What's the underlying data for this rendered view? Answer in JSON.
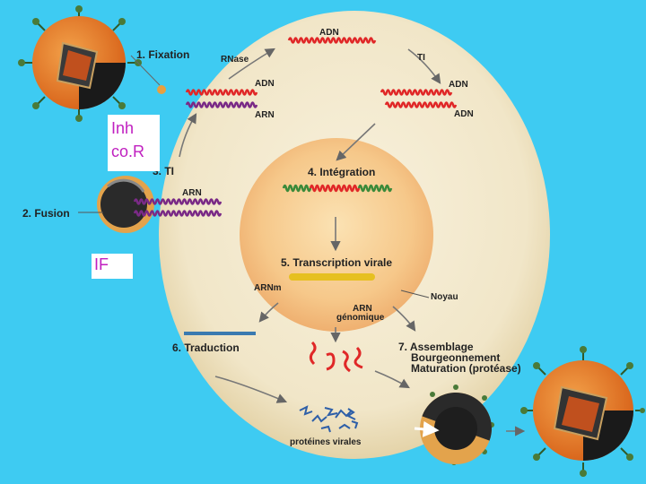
{
  "steps": {
    "fixation": "1. Fixation",
    "fusion": "2. Fusion",
    "ti": "3. TI",
    "integration": "4. Intégration",
    "transcription": "5. Transcription virale",
    "traduction": "6. Traduction",
    "assemblage": "7. Assemblage",
    "bourgeonnement": "Bourgeonnement",
    "maturation": "Maturation (protéase)"
  },
  "molecules": {
    "adn_top": "ADN",
    "rnase": "RNase",
    "ti_top": "TI",
    "adn_left": "ADN",
    "arn_left": "ARN",
    "adn_right1": "ADN",
    "adn_right2": "ADN",
    "arn_fusion": "ARN",
    "arnm": "ARNm",
    "arn_genomique_1": "ARN",
    "arn_genomique_2": "génomique",
    "noyau": "Noyau",
    "proteines": "protéines virales"
  },
  "overlays": {
    "inhibitor_line1": "Inh",
    "inhibitor_line2": "co.R",
    "fusion_inhibitor": "IF"
  },
  "colors": {
    "background": "#3ecbf2",
    "cell": "#f3ead2",
    "nucleus": "#f6c98a",
    "dna_red": "#e02828",
    "rna_purple": "#7a2a86",
    "dna_green": "#3a8a3a",
    "mrna_yellow": "#e6c020",
    "overlay_text": "#c020c0"
  }
}
